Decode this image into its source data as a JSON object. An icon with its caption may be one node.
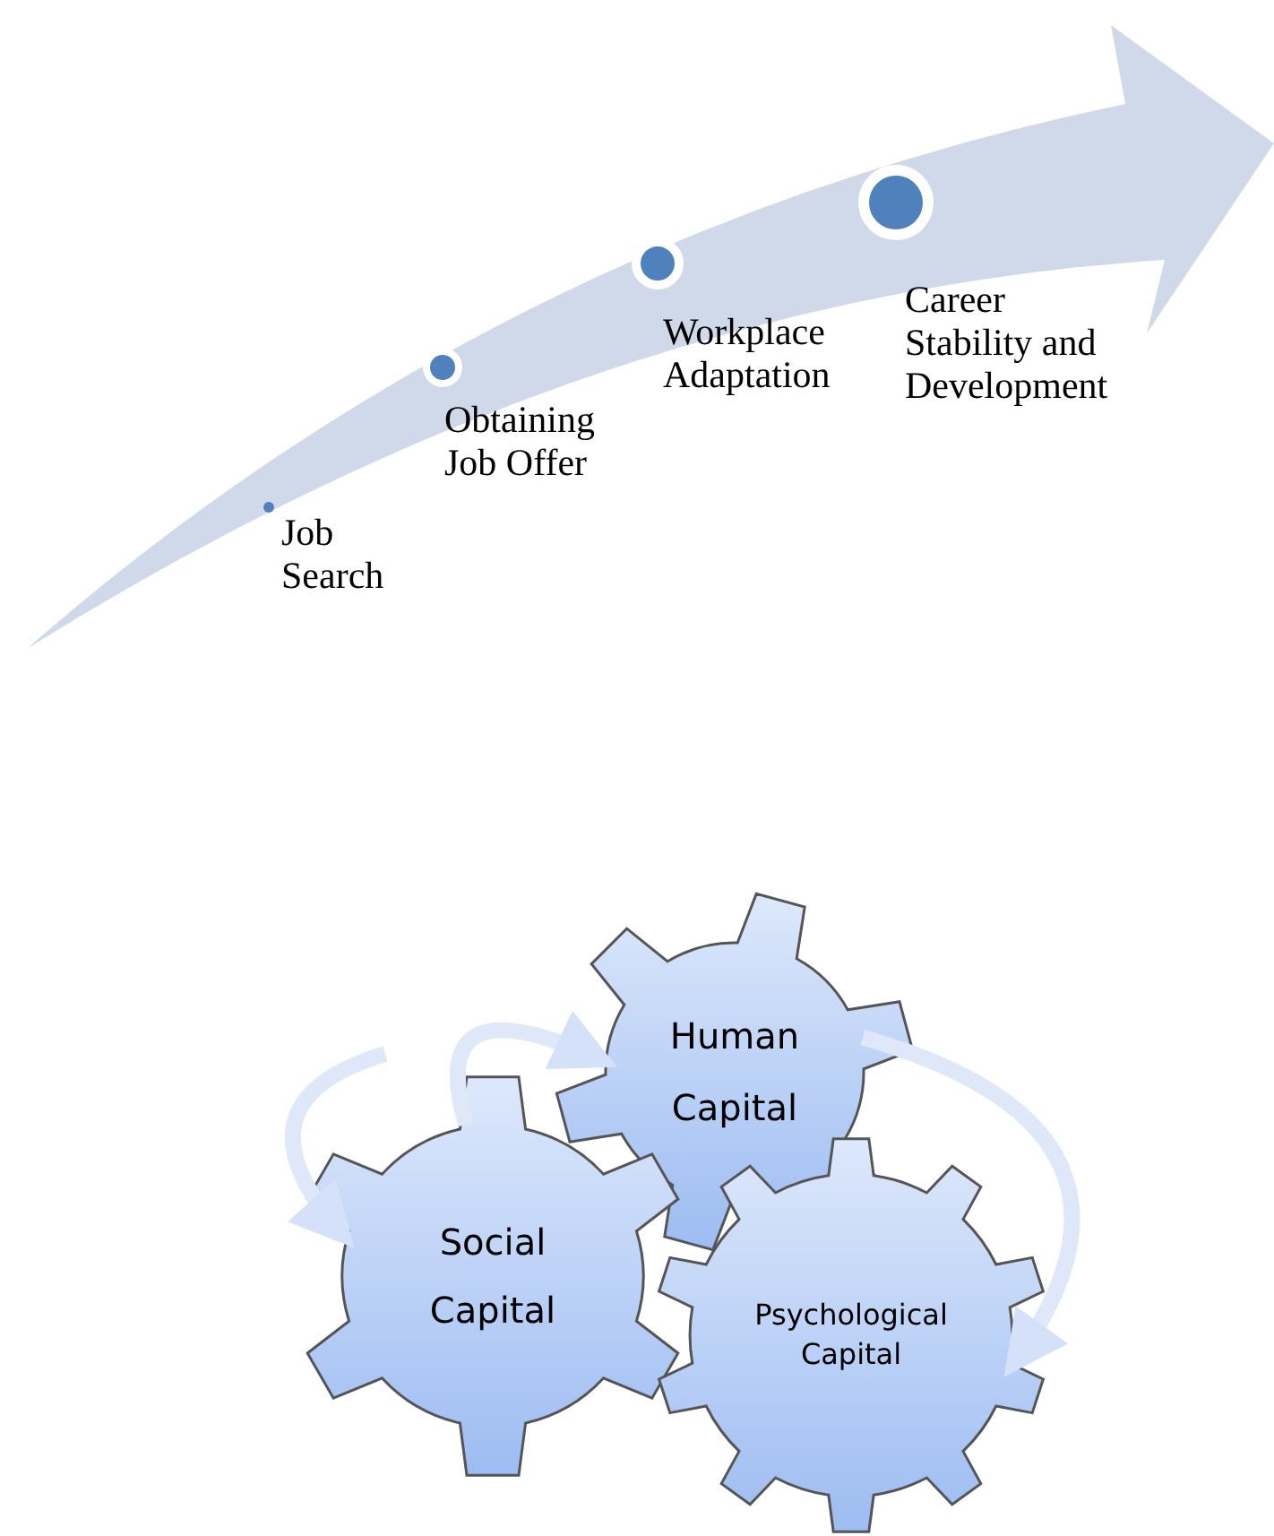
{
  "diagram": {
    "nodes": [
      {
        "text": [
          "Job Search"
        ]
      },
      {
        "text": [
          "Obtaining Job Offer"
        ]
      },
      {
        "text": [
          "Workplace Adaptation"
        ]
      },
      {
        "text": [
          "Career Stability and Development"
        ]
      },
      {
        "text": [
          "Human Capital"
        ]
      },
      {
        "text": [
          "Social Capital"
        ]
      },
      {
        "text": [
          "Psychological Capital"
        ]
      }
    ],
    "edges": [
      {
        "from": 5,
        "to": 4,
        "arrow": "to"
      },
      {
        "from": null,
        "to": 5,
        "arrow": "to"
      },
      {
        "from": 4,
        "to": 6,
        "arrow": "to"
      }
    ]
  }
}
